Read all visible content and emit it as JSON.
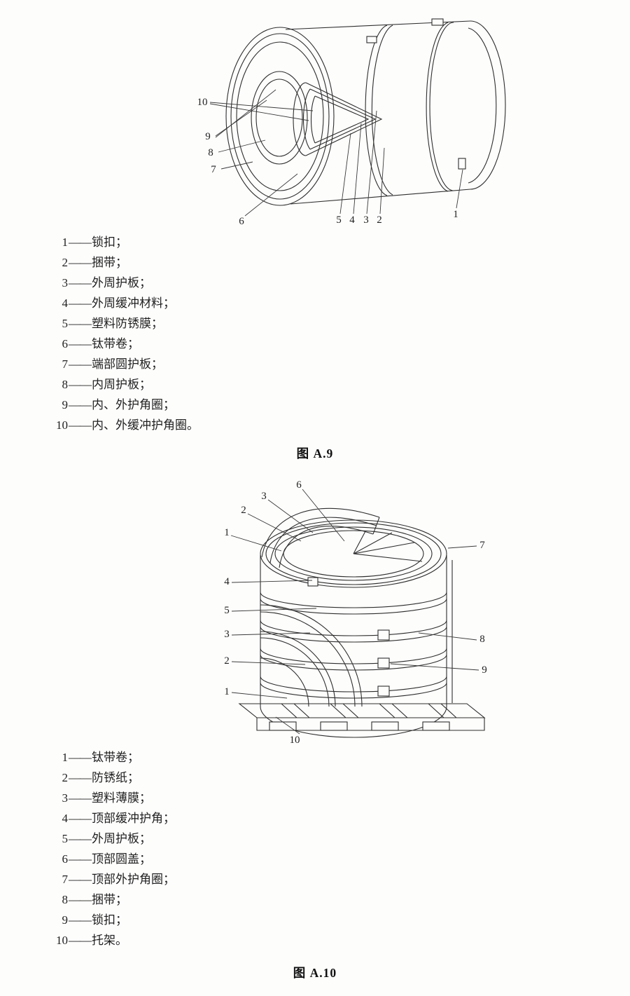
{
  "ui": {
    "separator": "——"
  },
  "figure_a9": {
    "caption": "图 A.9",
    "callouts": [
      "10",
      "9",
      "8",
      "7",
      "6",
      "5",
      "4",
      "3",
      "2",
      "1"
    ],
    "legend": [
      {
        "num": "1",
        "label": "锁扣；"
      },
      {
        "num": "2",
        "label": "捆带；"
      },
      {
        "num": "3",
        "label": "外周护板；"
      },
      {
        "num": "4",
        "label": "外周缓冲材料；"
      },
      {
        "num": "5",
        "label": "塑料防锈膜；"
      },
      {
        "num": "6",
        "label": "钛带卷；"
      },
      {
        "num": "7",
        "label": "端部圆护板；"
      },
      {
        "num": "8",
        "label": "内周护板；"
      },
      {
        "num": "9",
        "label": "内、外护角圈；"
      },
      {
        "num": "10",
        "label": "内、外缓冲护角圈。"
      }
    ]
  },
  "figure_a10": {
    "caption": "图 A.10",
    "callouts": [
      "6",
      "3",
      "2",
      "1",
      "7",
      "4",
      "5",
      "3",
      "2",
      "8",
      "9",
      "1",
      "10"
    ],
    "legend": [
      {
        "num": "1",
        "label": "钛带卷；"
      },
      {
        "num": "2",
        "label": "防锈纸；"
      },
      {
        "num": "3",
        "label": "塑料薄膜；"
      },
      {
        "num": "4",
        "label": "顶部缓冲护角；"
      },
      {
        "num": "5",
        "label": "外周护板；"
      },
      {
        "num": "6",
        "label": "顶部圆盖；"
      },
      {
        "num": "7",
        "label": "顶部外护角圈；"
      },
      {
        "num": "8",
        "label": "捆带；"
      },
      {
        "num": "9",
        "label": "锁扣；"
      },
      {
        "num": "10",
        "label": "托架。"
      }
    ]
  }
}
